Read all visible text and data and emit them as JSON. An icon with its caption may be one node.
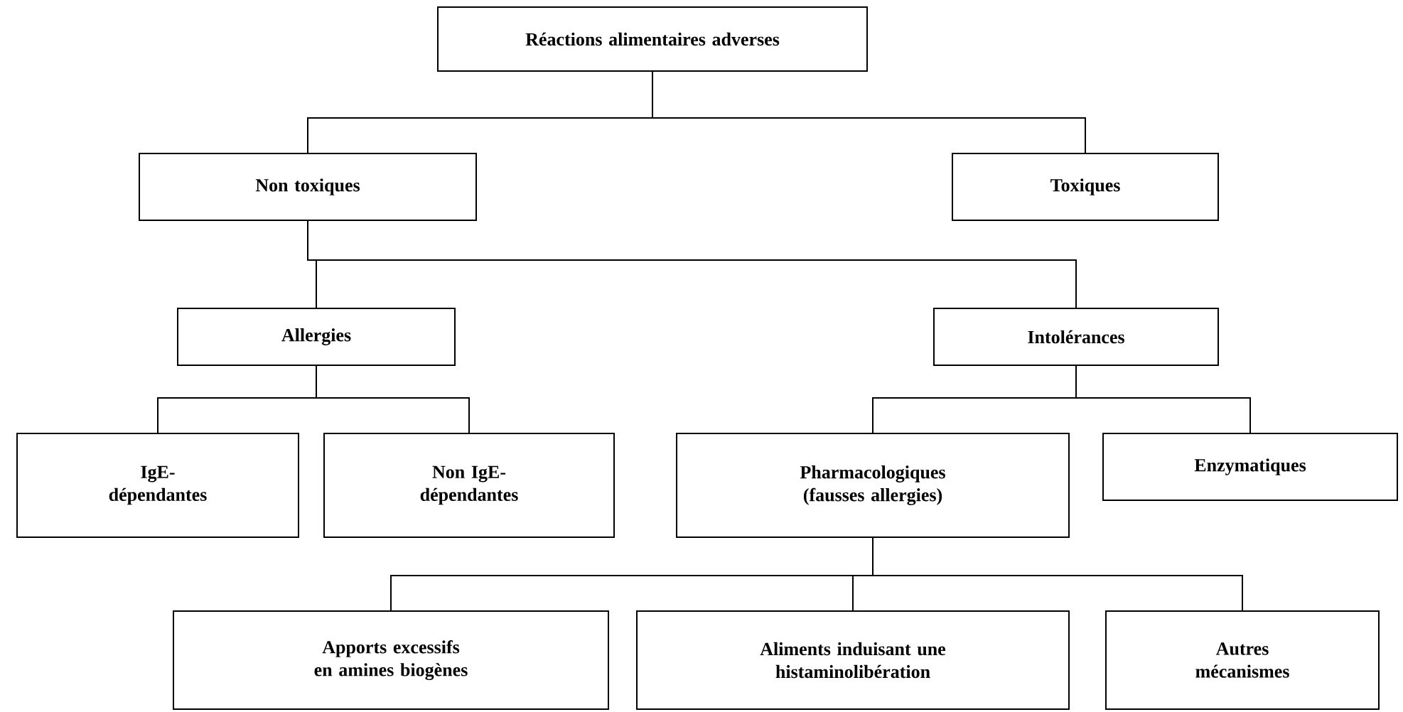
{
  "diagram": {
    "nodes": [
      {
        "text": [
          "Réactions alimentaires adverses"
        ]
      },
      {
        "text": [
          "Non toxiques"
        ]
      },
      {
        "text": [
          "Toxiques"
        ]
      },
      {
        "text": [
          "Allergies"
        ]
      },
      {
        "text": [
          "Intolérances"
        ]
      },
      {
        "text": [
          "IgE- dépendantes"
        ]
      },
      {
        "text": [
          "Non IgE- dépendantes"
        ]
      },
      {
        "text": [
          "Pharmacologiques (fausses allergies)"
        ]
      },
      {
        "text": [
          "Enzymatiques"
        ]
      },
      {
        "text": [
          "Apports excessifs en amines biogènes"
        ]
      },
      {
        "text": [
          "Aliments induisant une histaminolibération"
        ]
      },
      {
        "text": [
          "Autres mécanismes"
        ]
      }
    ],
    "edges": [
      {
        "from": 0,
        "to": 1,
        "arrow": "none"
      },
      {
        "from": 0,
        "to": 2,
        "arrow": "none"
      },
      {
        "from": 1,
        "to": 3,
        "arrow": "none"
      },
      {
        "from": 1,
        "to": 4,
        "arrow": "none"
      },
      {
        "from": 3,
        "to": 5,
        "arrow": "none"
      },
      {
        "from": 3,
        "to": 6,
        "arrow": "none"
      },
      {
        "from": 4,
        "to": 7,
        "arrow": "none"
      },
      {
        "from": 4,
        "to": 8,
        "arrow": "none"
      },
      {
        "from": 7,
        "to": 9,
        "arrow": "none"
      },
      {
        "from": 7,
        "to": 10,
        "arrow": "none"
      },
      {
        "from": 7,
        "to": 11,
        "arrow": "none"
      }
    ]
  }
}
